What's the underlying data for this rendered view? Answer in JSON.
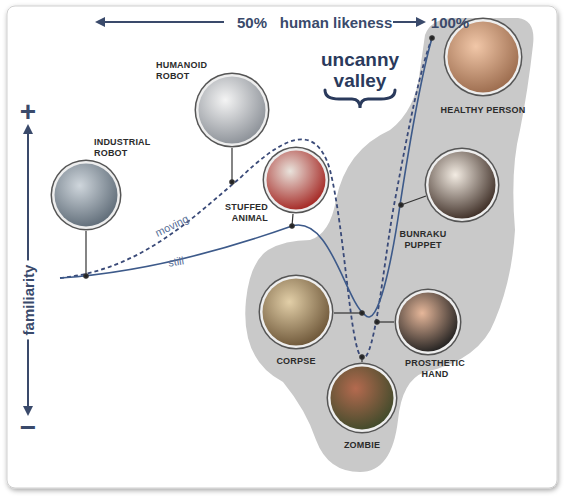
{
  "diagram": {
    "nodes": [
      {
        "text": [
          "HUMANOID ROBOT"
        ]
      },
      {
        "text": [
          "HEALTHY PERSON"
        ]
      },
      {
        "text": [
          "INDUSTRIAL ROBOT"
        ]
      },
      {
        "text": [
          "STUFFED ANIMAL"
        ]
      },
      {
        "text": [
          "BUNRAKU PUPPET"
        ]
      },
      {
        "text": [
          "CORPSE"
        ]
      },
      {
        "text": [
          "PROSTHETIC HAND"
        ]
      },
      {
        "text": [
          "ZOMBIE"
        ]
      }
    ],
    "labels": [
      "50%",
      "human likeness",
      "100%",
      "uncanny valley",
      "moving",
      "still",
      "familiarity",
      "+",
      "−"
    ]
  }
}
